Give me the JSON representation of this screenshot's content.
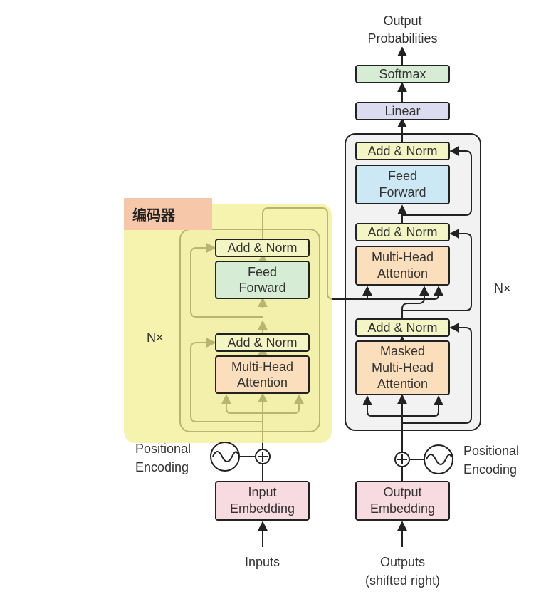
{
  "highlight_label": "编码器",
  "encoder": {
    "repeat_label": "N×",
    "positional_encoding": [
      "Positional",
      "Encoding"
    ],
    "add_norm_top": "Add & Norm",
    "feed_forward": [
      "Feed",
      "Forward"
    ],
    "add_norm_bottom": "Add & Norm",
    "attention": [
      "Multi-Head",
      "Attention"
    ],
    "embedding": [
      "Input",
      "Embedding"
    ],
    "input_label": "Inputs"
  },
  "decoder": {
    "repeat_label": "N×",
    "positional_encoding": [
      "Positional",
      "Encoding"
    ],
    "add_norm_top": "Add & Norm",
    "feed_forward": [
      "Feed",
      "Forward"
    ],
    "add_norm_mid": "Add & Norm",
    "cross_attention": [
      "Multi-Head",
      "Attention"
    ],
    "add_norm_bottom": "Add & Norm",
    "masked_attention": [
      "Masked",
      "Multi-Head",
      "Attention"
    ],
    "embedding": [
      "Output",
      "Embedding"
    ],
    "input_label": [
      "Outputs",
      "(shifted right)"
    ]
  },
  "head": {
    "linear": "Linear",
    "softmax": "Softmax",
    "output_label": [
      "Output",
      "Probabilities"
    ]
  },
  "colors": {
    "highlight": "#f3ef8f",
    "tag_bg": "#f6c7a9",
    "add_norm": "#f3f5c4",
    "feed_forward": "#cde8f5",
    "attention": "#fbdfbd",
    "embedding": "#f8dbe0",
    "linear": "#dcdcf0",
    "softmax": "#d6ecd5",
    "stack_bg": "#f2f2f2",
    "line": "#222222"
  }
}
